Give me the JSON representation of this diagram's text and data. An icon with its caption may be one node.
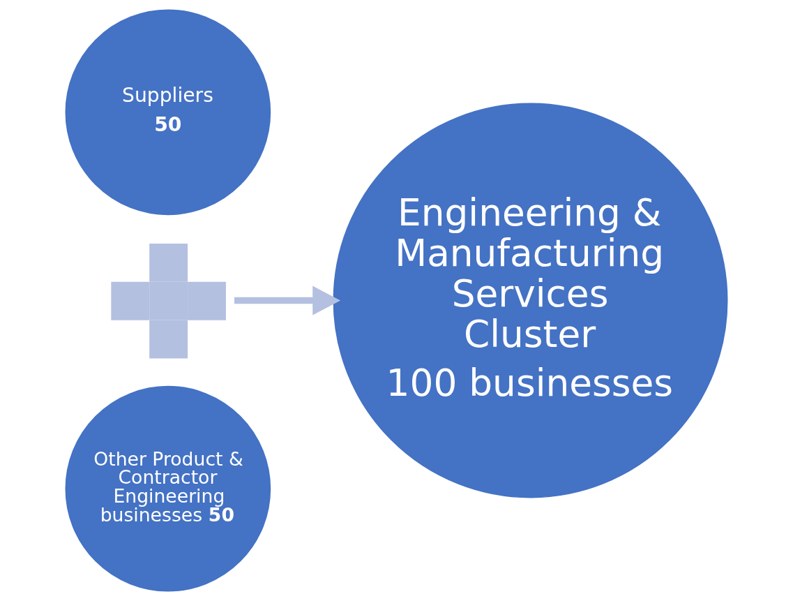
{
  "diagram": {
    "nodes": [
      {
        "text": [
          "Suppliers",
          "50"
        ]
      },
      {
        "text": [],
        "shape": "plus"
      },
      {
        "text": [
          "Other Product & Contractor Engineering businesses **50**"
        ]
      },
      {
        "text": [
          "Engineering & Manufacturing Services Cluster",
          "100 businesses"
        ]
      }
    ],
    "edges": [
      {
        "from": 1,
        "to": 3,
        "arrow": "to",
        "color": "#b4c0e0"
      }
    ]
  }
}
